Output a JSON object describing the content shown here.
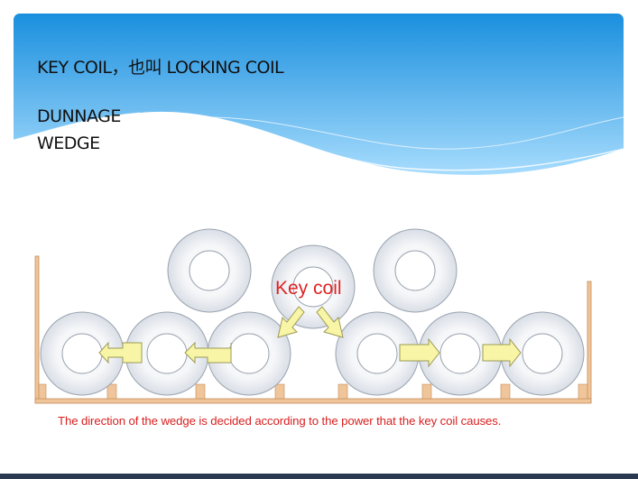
{
  "title": {
    "line1": "KEY COIL，也叫 LOCKING COIL",
    "line2": "DUNNAGE",
    "line3": "WEDGE"
  },
  "diagram": {
    "key_label": "Key coil",
    "caption": "The direction of the wedge is decided according to the power that the key coil causes."
  },
  "colors": {
    "banner_top": "#1a8fde",
    "banner_bottom": "#8fd0fb",
    "caption_red": "#d92020",
    "arrow_fill": "#f8f5a6",
    "wedge": "#f0c59a",
    "coil_fill": "#e9ecf1"
  }
}
